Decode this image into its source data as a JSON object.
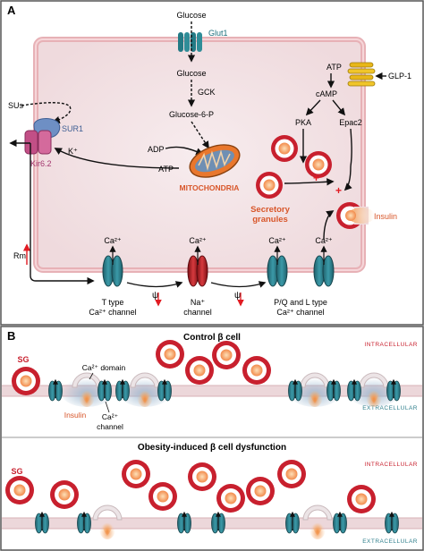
{
  "panel_a": {
    "panel_label": "A",
    "glucose_top": "Glucose",
    "glut1": "Glut1",
    "glucose_inside": "Glucose",
    "gck": "GCK",
    "glucose_6_p": "Glucose-6-P",
    "sus": "SUs",
    "sur1": "SUR1",
    "kir62": "Kir6.2",
    "k_plus": "K⁺",
    "adp": "ADP",
    "atp_left": "ATP",
    "mitochondria": "MITOCHONDRIA",
    "atp_top": "ATP",
    "glp1": "GLP-1",
    "camp": "cAMP",
    "pka": "PKA",
    "epac2": "Epac2",
    "plus_sign": "+",
    "secretory_granules_line1": "Secretory",
    "secretory_granules_line2": "granules",
    "insulin": "Insulin",
    "rm": "Rm",
    "ca_label": "Ca²⁺",
    "psi": "ψ",
    "t_type_line1": "T type",
    "t_type_line2": "Ca²⁺ channel",
    "na_line1": "Na⁺",
    "na_line2": "channel",
    "pq_line1": "P/Q and L type",
    "pq_line2": "Ca²⁺ channel"
  },
  "panel_b": {
    "panel_label": "B",
    "control_title": "Control β cell",
    "obesity_title": "Obesity-induced β cell dysfunction",
    "intracellular": "INTRACELLULAR",
    "extracellular": "EXTRACELLULAR",
    "sg": "SG",
    "ca_domain": "Ca²⁺ domain",
    "insulin": "Insulin",
    "ca_channel_line1": "Ca²⁺",
    "ca_channel_line2": "channel"
  },
  "colors": {
    "granule_red": "#c8202e",
    "granule_core": "#f6a05a",
    "channel_teal": "#2f7f8c",
    "na_channel_red": "#b81d24",
    "cell_fill": "#f3e4e6",
    "membrane_pink": "#e9b4b8",
    "sur1_blue": "#6e8fc4",
    "kir_pink": "#c24f86",
    "glp1_gold": "#e8b719",
    "mito_orange": "#e9772d",
    "label_orange": "#d8562a",
    "accent_red": "#e11b22"
  }
}
